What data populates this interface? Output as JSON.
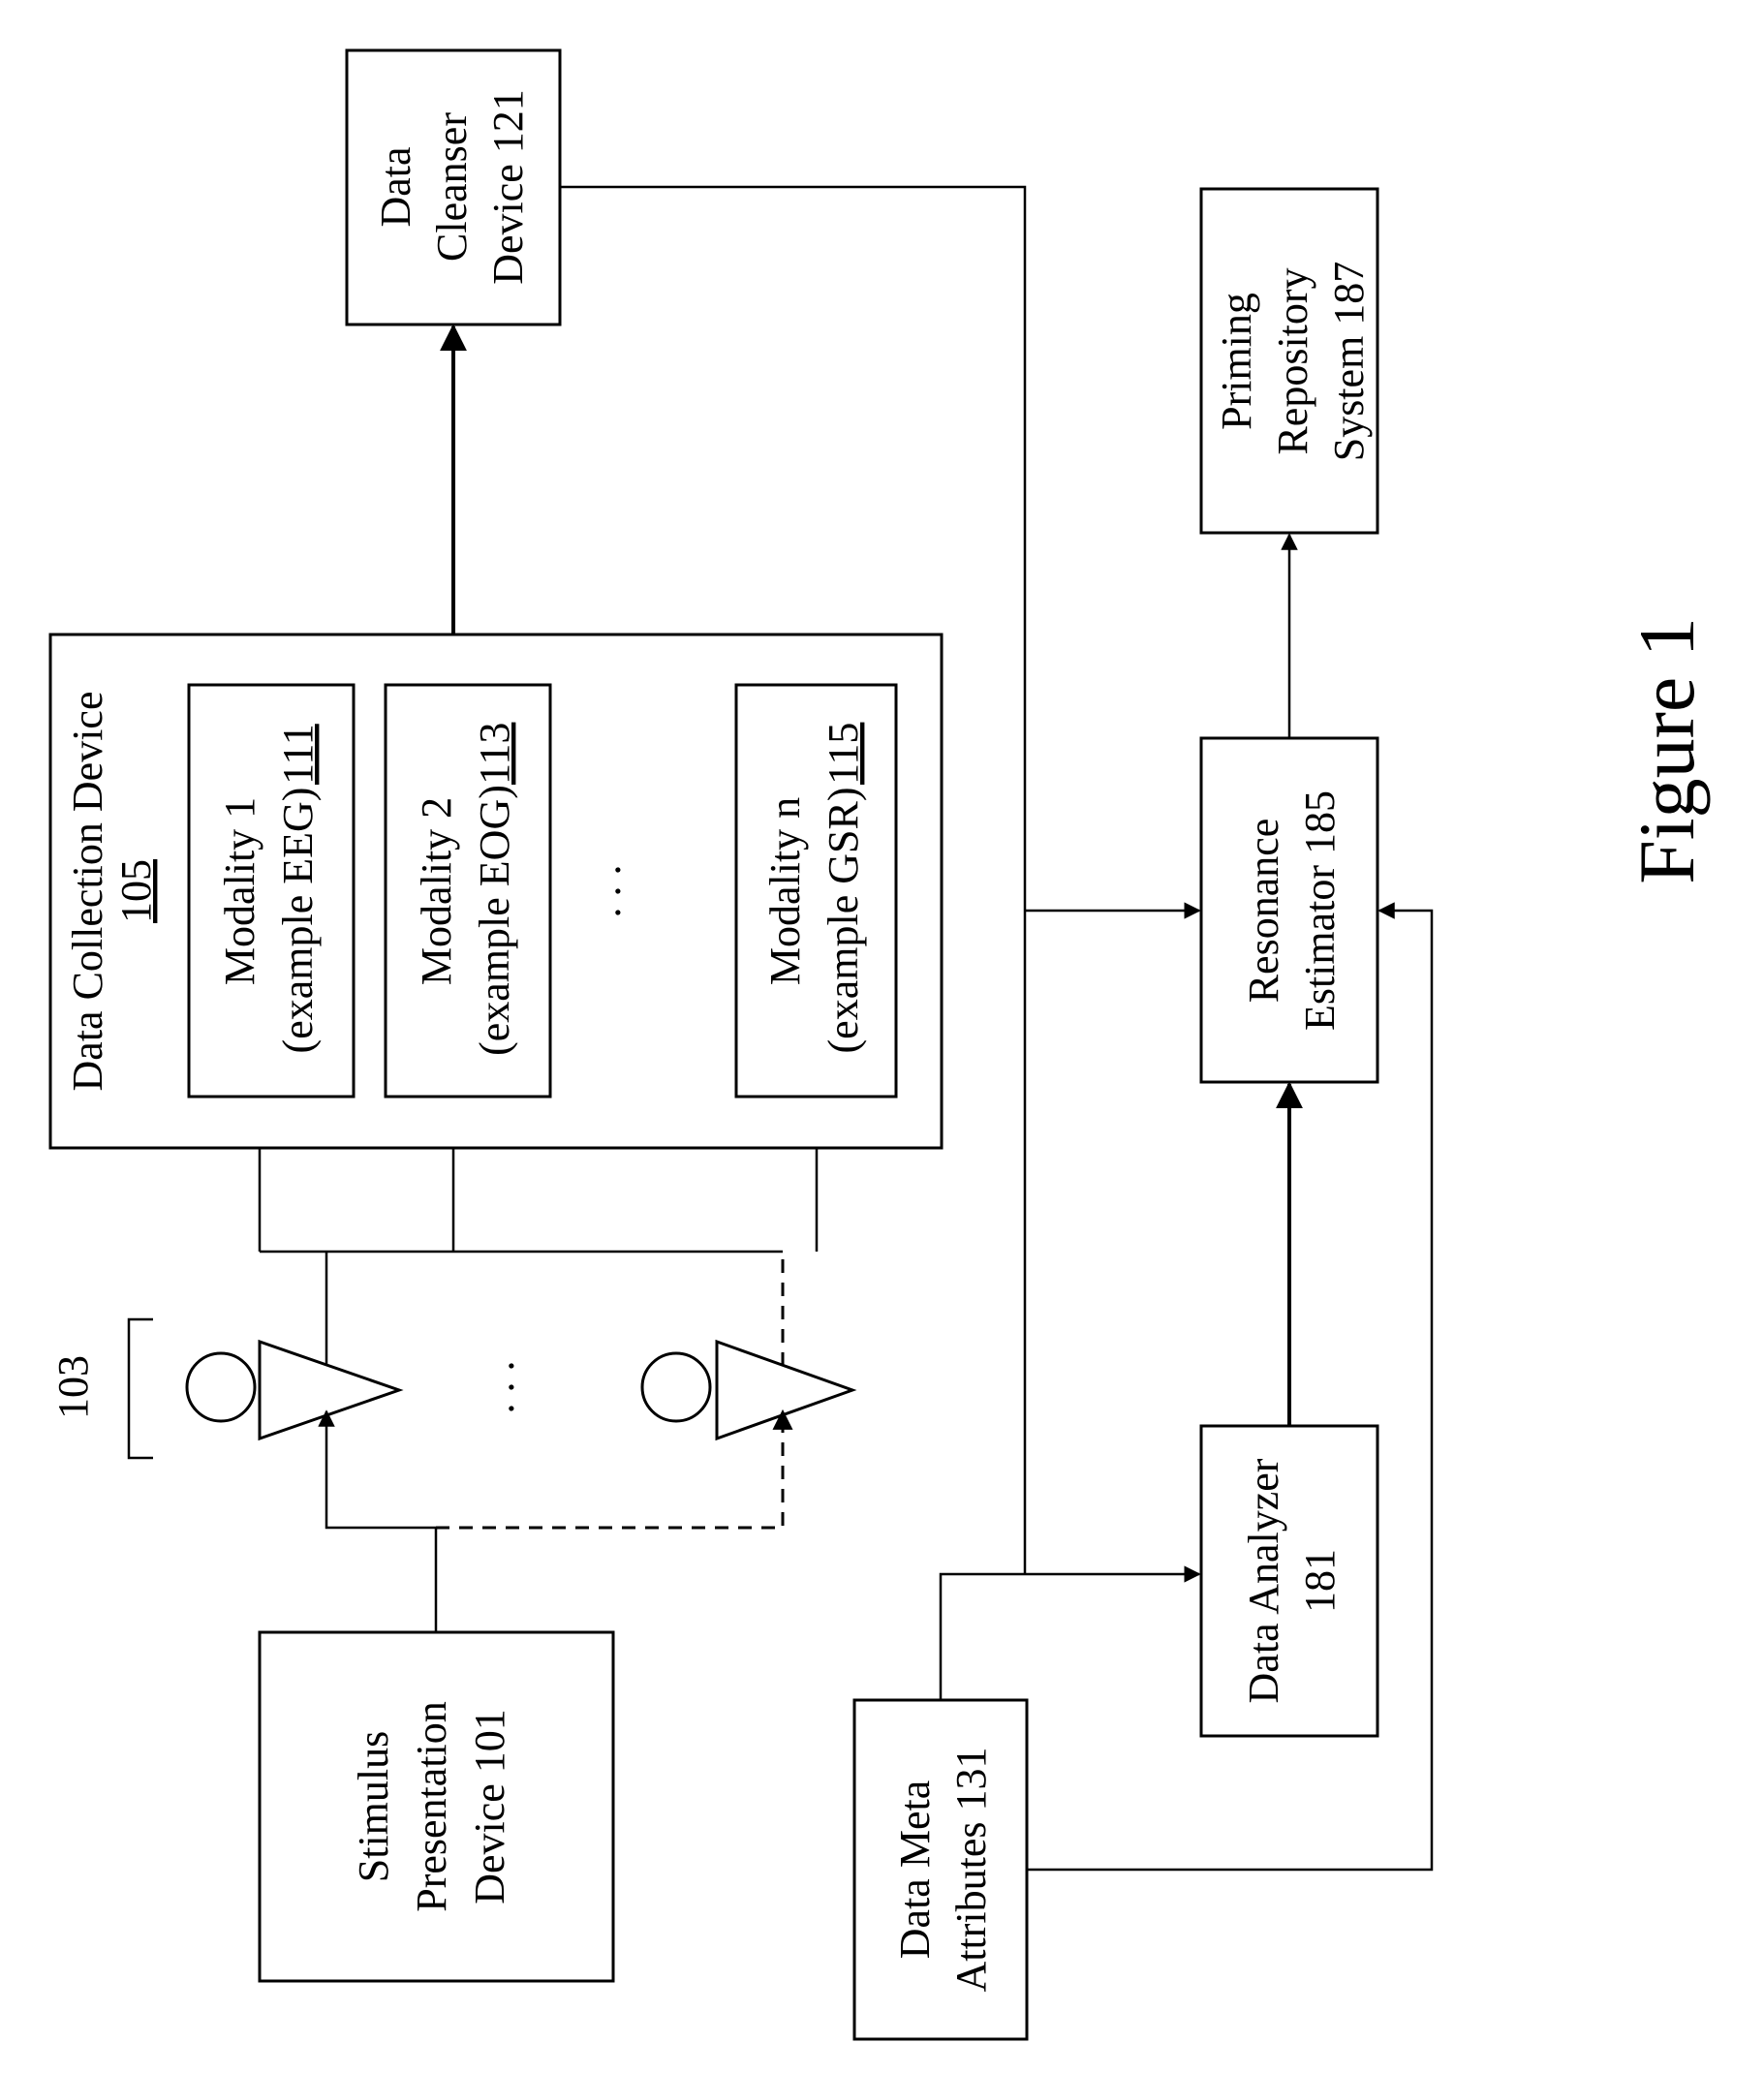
{
  "figure_label": "Figure 1",
  "stimulus_device": {
    "line1": "Stimulus",
    "line2": "Presentation",
    "line3": "Device 101"
  },
  "subjects": {
    "ref": "103",
    "ellipsis": ". . ."
  },
  "data_collection_device": {
    "title": "Data Collection Device",
    "ref": "105",
    "modalities": [
      {
        "line1": "Modality 1",
        "line2": "(example EEG)",
        "ref": "111"
      },
      {
        "line1": "Modality 2",
        "line2": "(example EOG)",
        "ref": "113"
      },
      {
        "line1": "Modality n",
        "line2": "(example GSR)",
        "ref": "115"
      }
    ],
    "ellipsis": ". . ."
  },
  "data_cleanser": {
    "line1": "Data",
    "line2": "Cleanser",
    "line3": "Device 121"
  },
  "data_meta": {
    "line1": "Data Meta",
    "line2": "Attributes 131"
  },
  "data_analyzer": {
    "line1": "Data Analyzer",
    "line2": "181"
  },
  "resonance_estimator": {
    "line1": "Resonance",
    "line2": "Estimator 185"
  },
  "priming_repository": {
    "line1": "Priming",
    "line2": "Repository",
    "line3": "System 187"
  }
}
